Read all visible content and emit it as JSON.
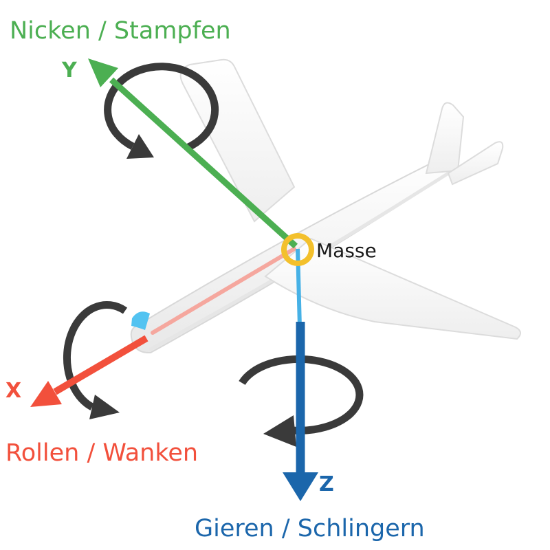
{
  "labels": {
    "pitch": "Nicken / Stampfen",
    "roll": "Rollen / Wanken",
    "yaw": "Gieren / Schlingern",
    "mass": "Masse",
    "axis_x": "X",
    "axis_y": "Y",
    "axis_z": "Z"
  },
  "colors": {
    "pitch_green": "#4caf52",
    "roll_red": "#f2503c",
    "roll_light": "#f5a79e",
    "yaw_blue": "#1b66ab",
    "yaw_light": "#46b1e6",
    "mass_ring": "#f3c02c",
    "rotation_arrow": "#3a3a3a",
    "aircraft_body": "#ffffff",
    "cockpit_blue": "#53c3f1",
    "text_dark": "#1a1a1a"
  }
}
